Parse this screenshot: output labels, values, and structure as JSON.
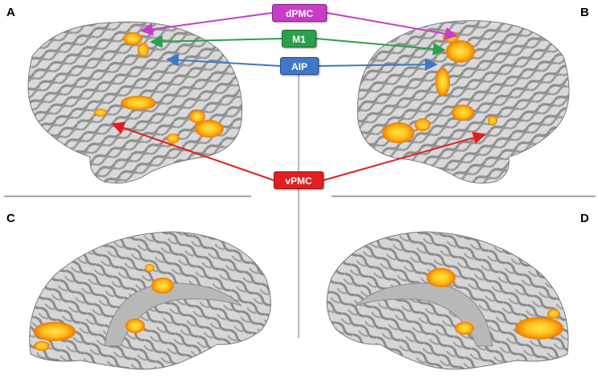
{
  "panels": {
    "a": "A",
    "b": "B",
    "c": "C",
    "d": "D"
  },
  "regions": {
    "dpmc": {
      "label": "dPMC",
      "color": "#c83cc8"
    },
    "m1": {
      "label": "M1",
      "color": "#2aa04a"
    },
    "aip": {
      "label": "AIP",
      "color": "#3e78c8"
    },
    "vpmc": {
      "label": "vPMC",
      "color": "#e02020"
    }
  },
  "colors": {
    "cortex_light": "#d4d4d4",
    "cortex_dark": "#8c8c8c",
    "activation_core": "#ffe24a",
    "activation_edge": "#f08a00"
  }
}
